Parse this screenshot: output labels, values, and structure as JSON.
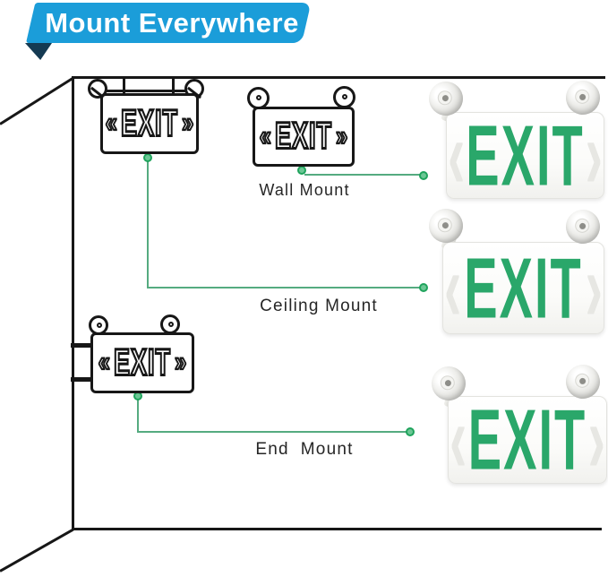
{
  "banner": {
    "title": "Mount Everywhere"
  },
  "connections": {
    "wall": {
      "label": "Wall Mount"
    },
    "ceiling": {
      "label": "Ceiling Mount"
    },
    "end": {
      "label": "End  Mount"
    }
  },
  "sign": {
    "exit_text": "EXIT",
    "drawing_left_chevron": "«",
    "drawing_right_chevron": "»",
    "product_left_chevron": "‹",
    "product_right_chevron": "›"
  },
  "colors": {
    "banner_blue": "#1b9dd9",
    "banner_fold": "#143a52",
    "ink": "#171717",
    "accent_green": "#1fa35c",
    "connector_green": "#55ab80",
    "exit_green": "#2aa76a",
    "label_text": "#262626"
  }
}
